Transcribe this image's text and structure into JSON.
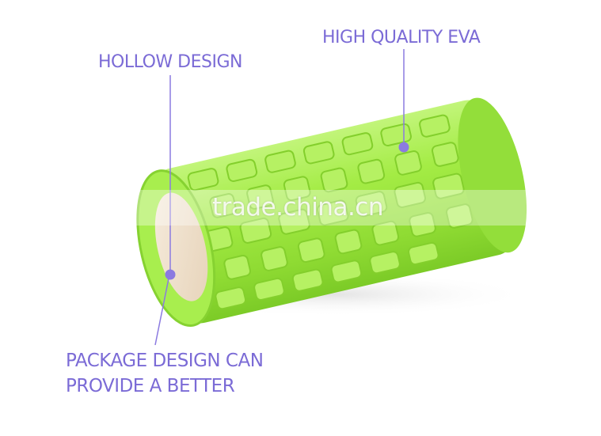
{
  "labels": {
    "hollow": "HOLLOW DESIGN",
    "eva": "HIGH QUALITY EVA",
    "package_line1": "PACKAGE DESIGN CAN",
    "package_line2": "PROVIDE A BETTER"
  },
  "watermark": "trade.china.cn",
  "colors": {
    "label": "#7b6bd6",
    "roller": "#9be83a",
    "roller_shadow": "#6fbf1f",
    "core": "#f1e2cf",
    "marker": "#8b7ae0"
  }
}
